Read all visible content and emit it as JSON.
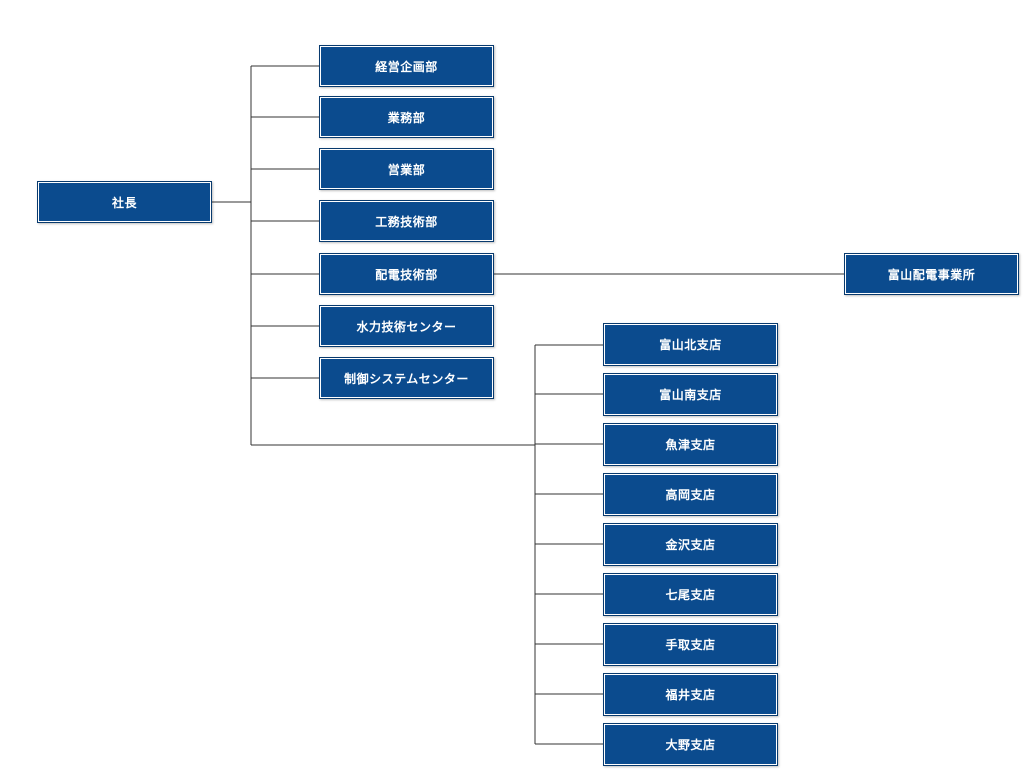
{
  "colors": {
    "box_fill": "#0b4b8e",
    "box_text": "#ffffff",
    "connector": "#333333"
  },
  "org_chart": {
    "root": "社長",
    "departments": [
      "経営企画部",
      "業務部",
      "営業部",
      "工務技術部",
      "配電技術部",
      "水力技術センター",
      "制御システムセンター"
    ],
    "haiden_office": "富山配電事業所",
    "branches": [
      "富山北支店",
      "富山南支店",
      "魚津支店",
      "高岡支店",
      "金沢支店",
      "七尾支店",
      "手取支店",
      "福井支店",
      "大野支店"
    ]
  }
}
